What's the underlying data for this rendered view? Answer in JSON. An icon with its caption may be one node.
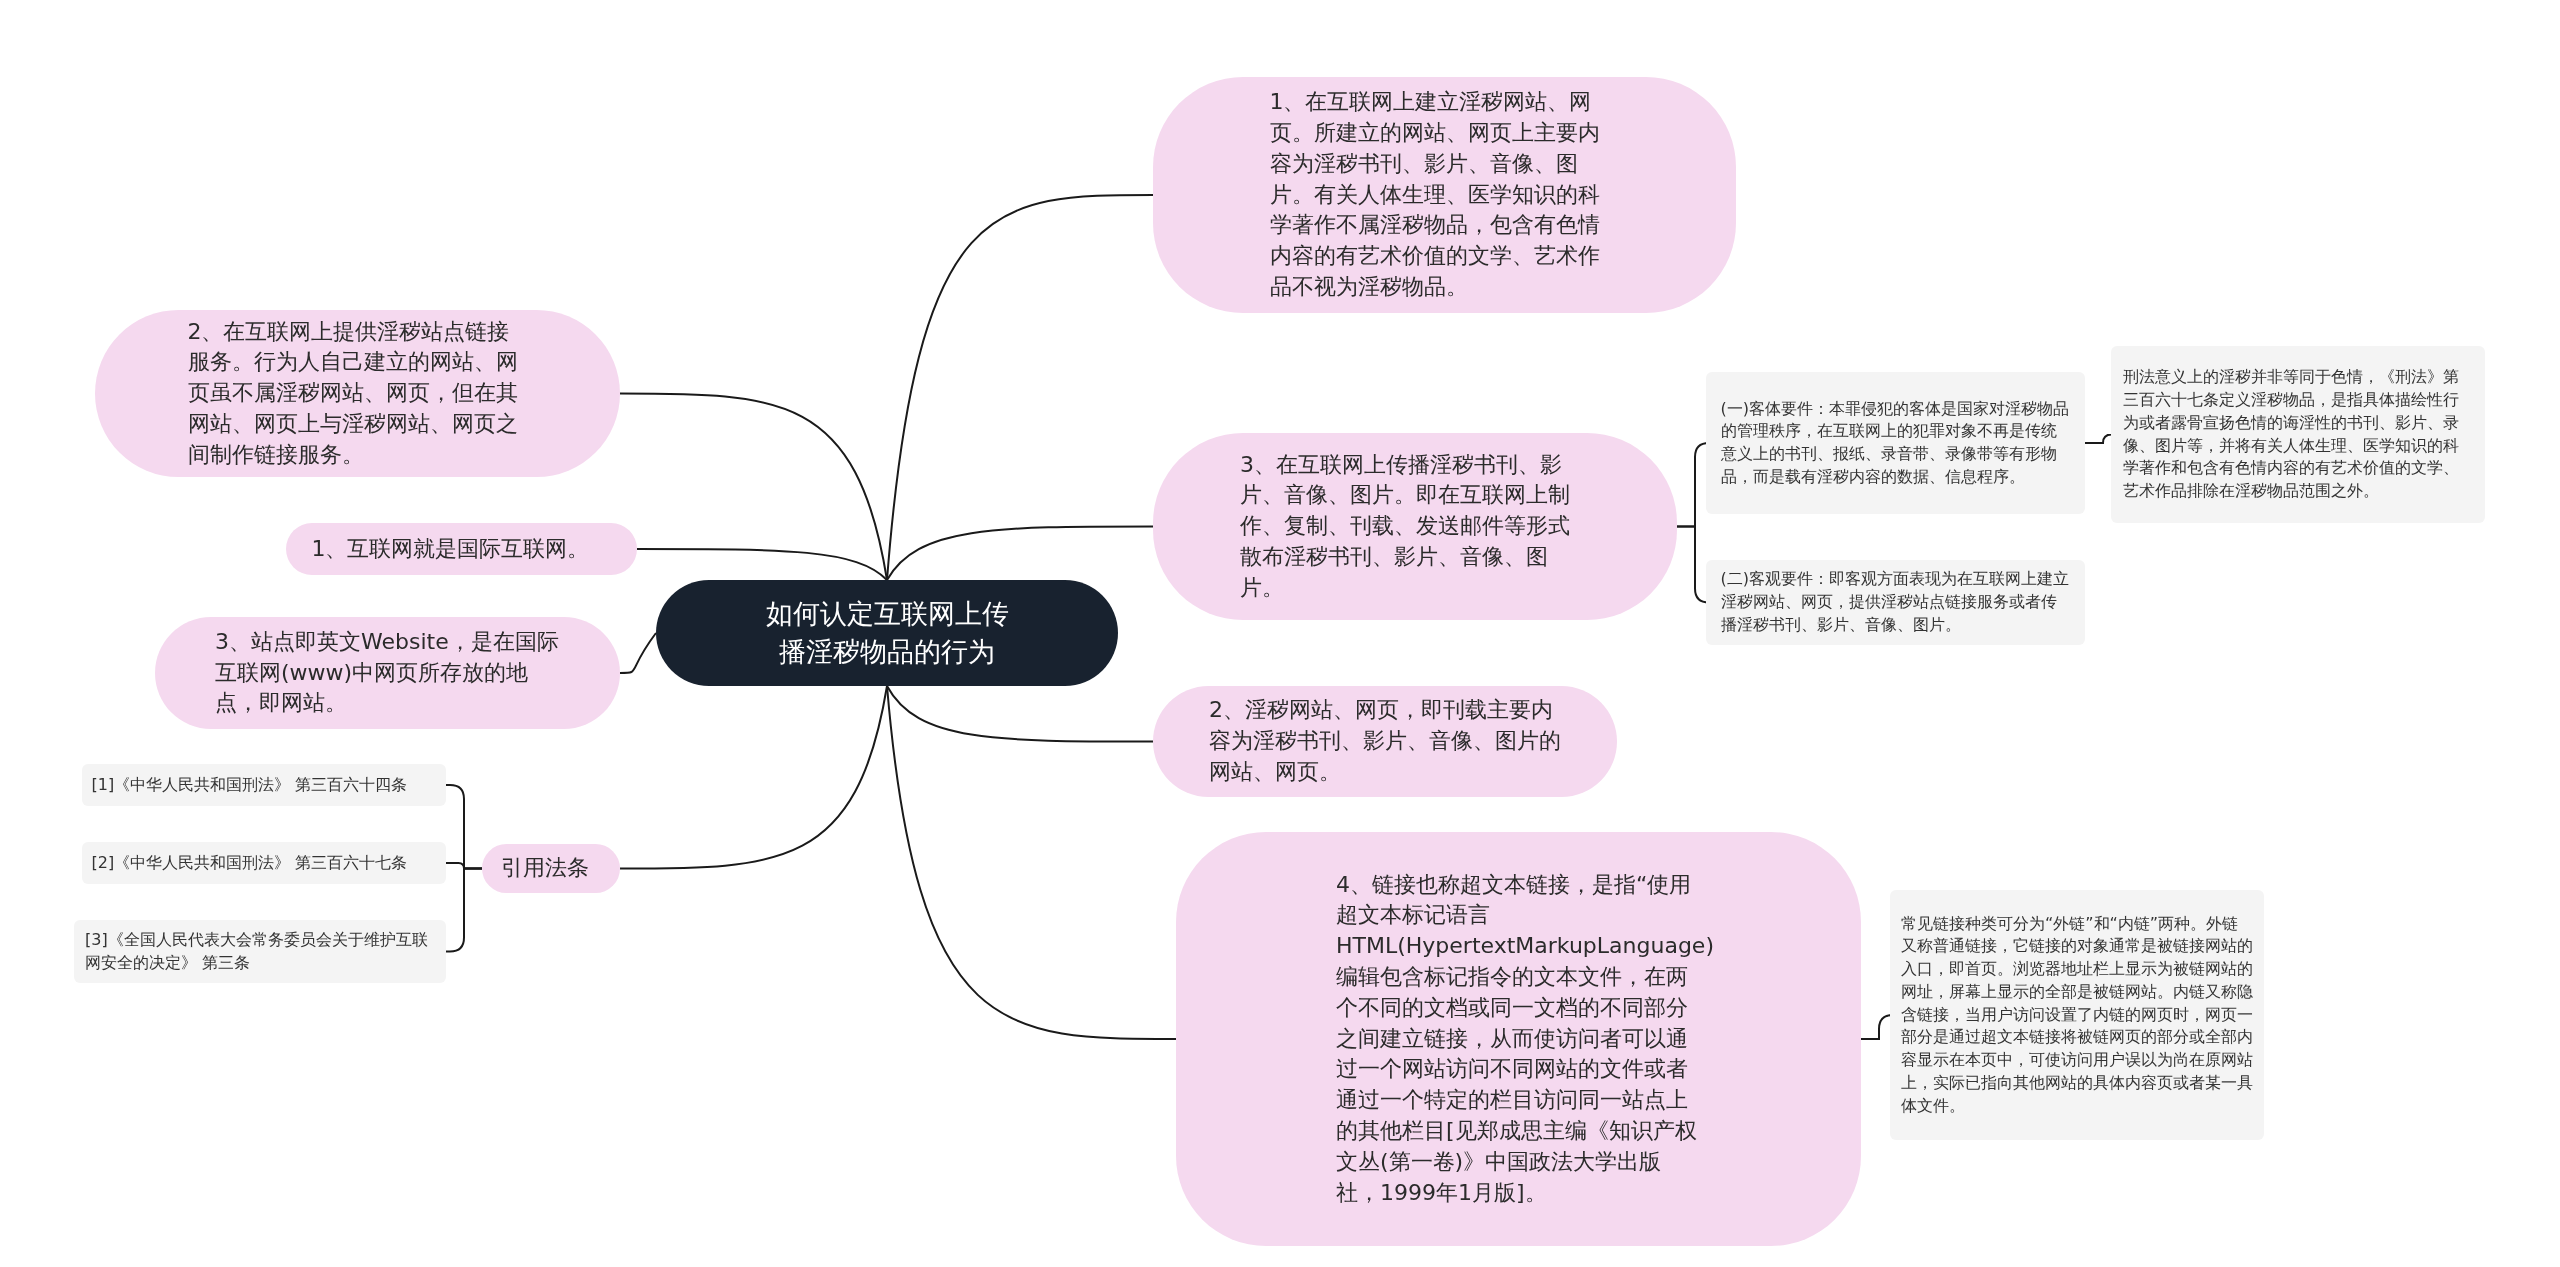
{
  "diagram": {
    "nodes": [
      {
        "text": [
          "如何认定互联网上传播淫秽物品的行为"
        ]
      },
      {
        "text": [
          "1、在互联网上建立淫秽网站、网页。所建立的网站、网页上主要内容为淫秽书刊、影片、音像、图片。有关人体生理、医学知识的科学著作不属淫秽物品，包含有色情内容的有艺术价值的文学、艺术作品不视为淫秽物品。"
        ]
      },
      {
        "text": [
          "2、在互联网上提供淫秽站点链接服务。行为人自己建立的网站、网页虽不属淫秽网站、网页，但在其网站、网页上与淫秽网站、网页之间制作链接服务。"
        ]
      },
      {
        "text": [
          "3、在互联网上传播淫秽书刊、影片、音像、图片。即在互联网上制作、复制、刊载、发送邮件等形式散布淫秽书刊、影片、音像、图片。"
        ]
      },
      {
        "text": [
          "(一)客体要件：本罪侵犯的客体是国家对淫秽物品的管理秩序，在互联网上的犯罪对象不再是传统意义上的书刊、报纸、录音带、录像带等有形物品，而是载有淫秽内容的数据、信息程序。"
        ]
      },
      {
        "text": [
          "刑法意义上的淫秽并非等同于色情，《刑法》第三百六十七条定义淫秽物品，是指具体描绘性行为或者露骨宣扬色情的诲淫性的书刊、影片、录像、图片等，并将有关人体生理、医学知识的科学著作和包含有色情内容的有艺术价值的文学、艺术作品排除在淫秽物品范围之外。"
        ]
      },
      {
        "text": [
          "(二)客观要件：即客观方面表现为在互联网上建立淫秽网站、网页，提供淫秽站点链接服务或者传播淫秽书刊、影片、音像、图片。"
        ]
      },
      {
        "text": [
          "1、互联网就是国际互联网。"
        ]
      },
      {
        "text": [
          "3、站点即英文Website，是在国际互联网(www)中网页所存放的地点，即网站。"
        ]
      },
      {
        "text": [
          "2、淫秽网站、网页，即刊载主要内容为淫秽书刊、影片、音像、图片的网站、网页。"
        ]
      },
      {
        "text": [
          "引用法条"
        ]
      },
      {
        "text": [
          "[1]《中华人民共和国刑法》 第三百六十四条"
        ]
      },
      {
        "text": [
          "[2]《中华人民共和国刑法》 第三百六十七条"
        ]
      },
      {
        "text": [
          "[3]《全国人民代表大会常务委员会关于维护互联网安全的决定》 第三条"
        ]
      },
      {
        "text": [
          "4、链接也称超文本链接，是指“使用超文本标记语言HTML(HypertextMarkupLanguage)编辑包含标记指令的文本文件，在两个不同的文档或同一文档的不同部分之间建立链接，从而使访问者可以通过一个网站访问不同网站的文件或者通过一个特定的栏目访问同一站点上的其他栏目[见郑成思主编《知识产权文丛(第一卷)》中国政法大学出版社，1999年1月版]。"
        ]
      },
      {
        "text": [
          "常见链接种类可分为“外链”和“内链”两种。外链又称普通链接，它链接的对象通常是被链接网站的入口，即首页。浏览器地址栏上显示为被链网站的网址，屏幕上显示的全部是被链网站。内链又称隐含链接，当用户访问设置了内链的网页时，网页一部分是通过超文本链接将被链网页的部分或全部内容显示在本页中，可使访问用户误以为尚在原网站上，实际已指向其他网站的具体内容页或者某一具体文件。"
        ]
      }
    ],
    "edges": [
      {
        "from": 0,
        "to": 1,
        "arrow": "none"
      },
      {
        "from": 0,
        "to": 2,
        "arrow": "none"
      },
      {
        "from": 0,
        "to": 3,
        "arrow": "none"
      },
      {
        "from": 3,
        "to": 4,
        "arrow": "none"
      },
      {
        "from": 4,
        "to": 5,
        "arrow": "none"
      },
      {
        "from": 3,
        "to": 6,
        "arrow": "none"
      },
      {
        "from": 0,
        "to": 7,
        "arrow": "none"
      },
      {
        "from": 0,
        "to": 8,
        "arrow": "none"
      },
      {
        "from": 0,
        "to": 9,
        "arrow": "none"
      },
      {
        "from": 0,
        "to": 10,
        "arrow": "none"
      },
      {
        "from": 10,
        "to": 11,
        "arrow": "none"
      },
      {
        "from": 10,
        "to": 12,
        "arrow": "none"
      },
      {
        "from": 10,
        "to": 13,
        "arrow": "none"
      },
      {
        "from": 0,
        "to": 14,
        "arrow": "none"
      },
      {
        "from": 14,
        "to": 15,
        "arrow": "none"
      }
    ]
  }
}
